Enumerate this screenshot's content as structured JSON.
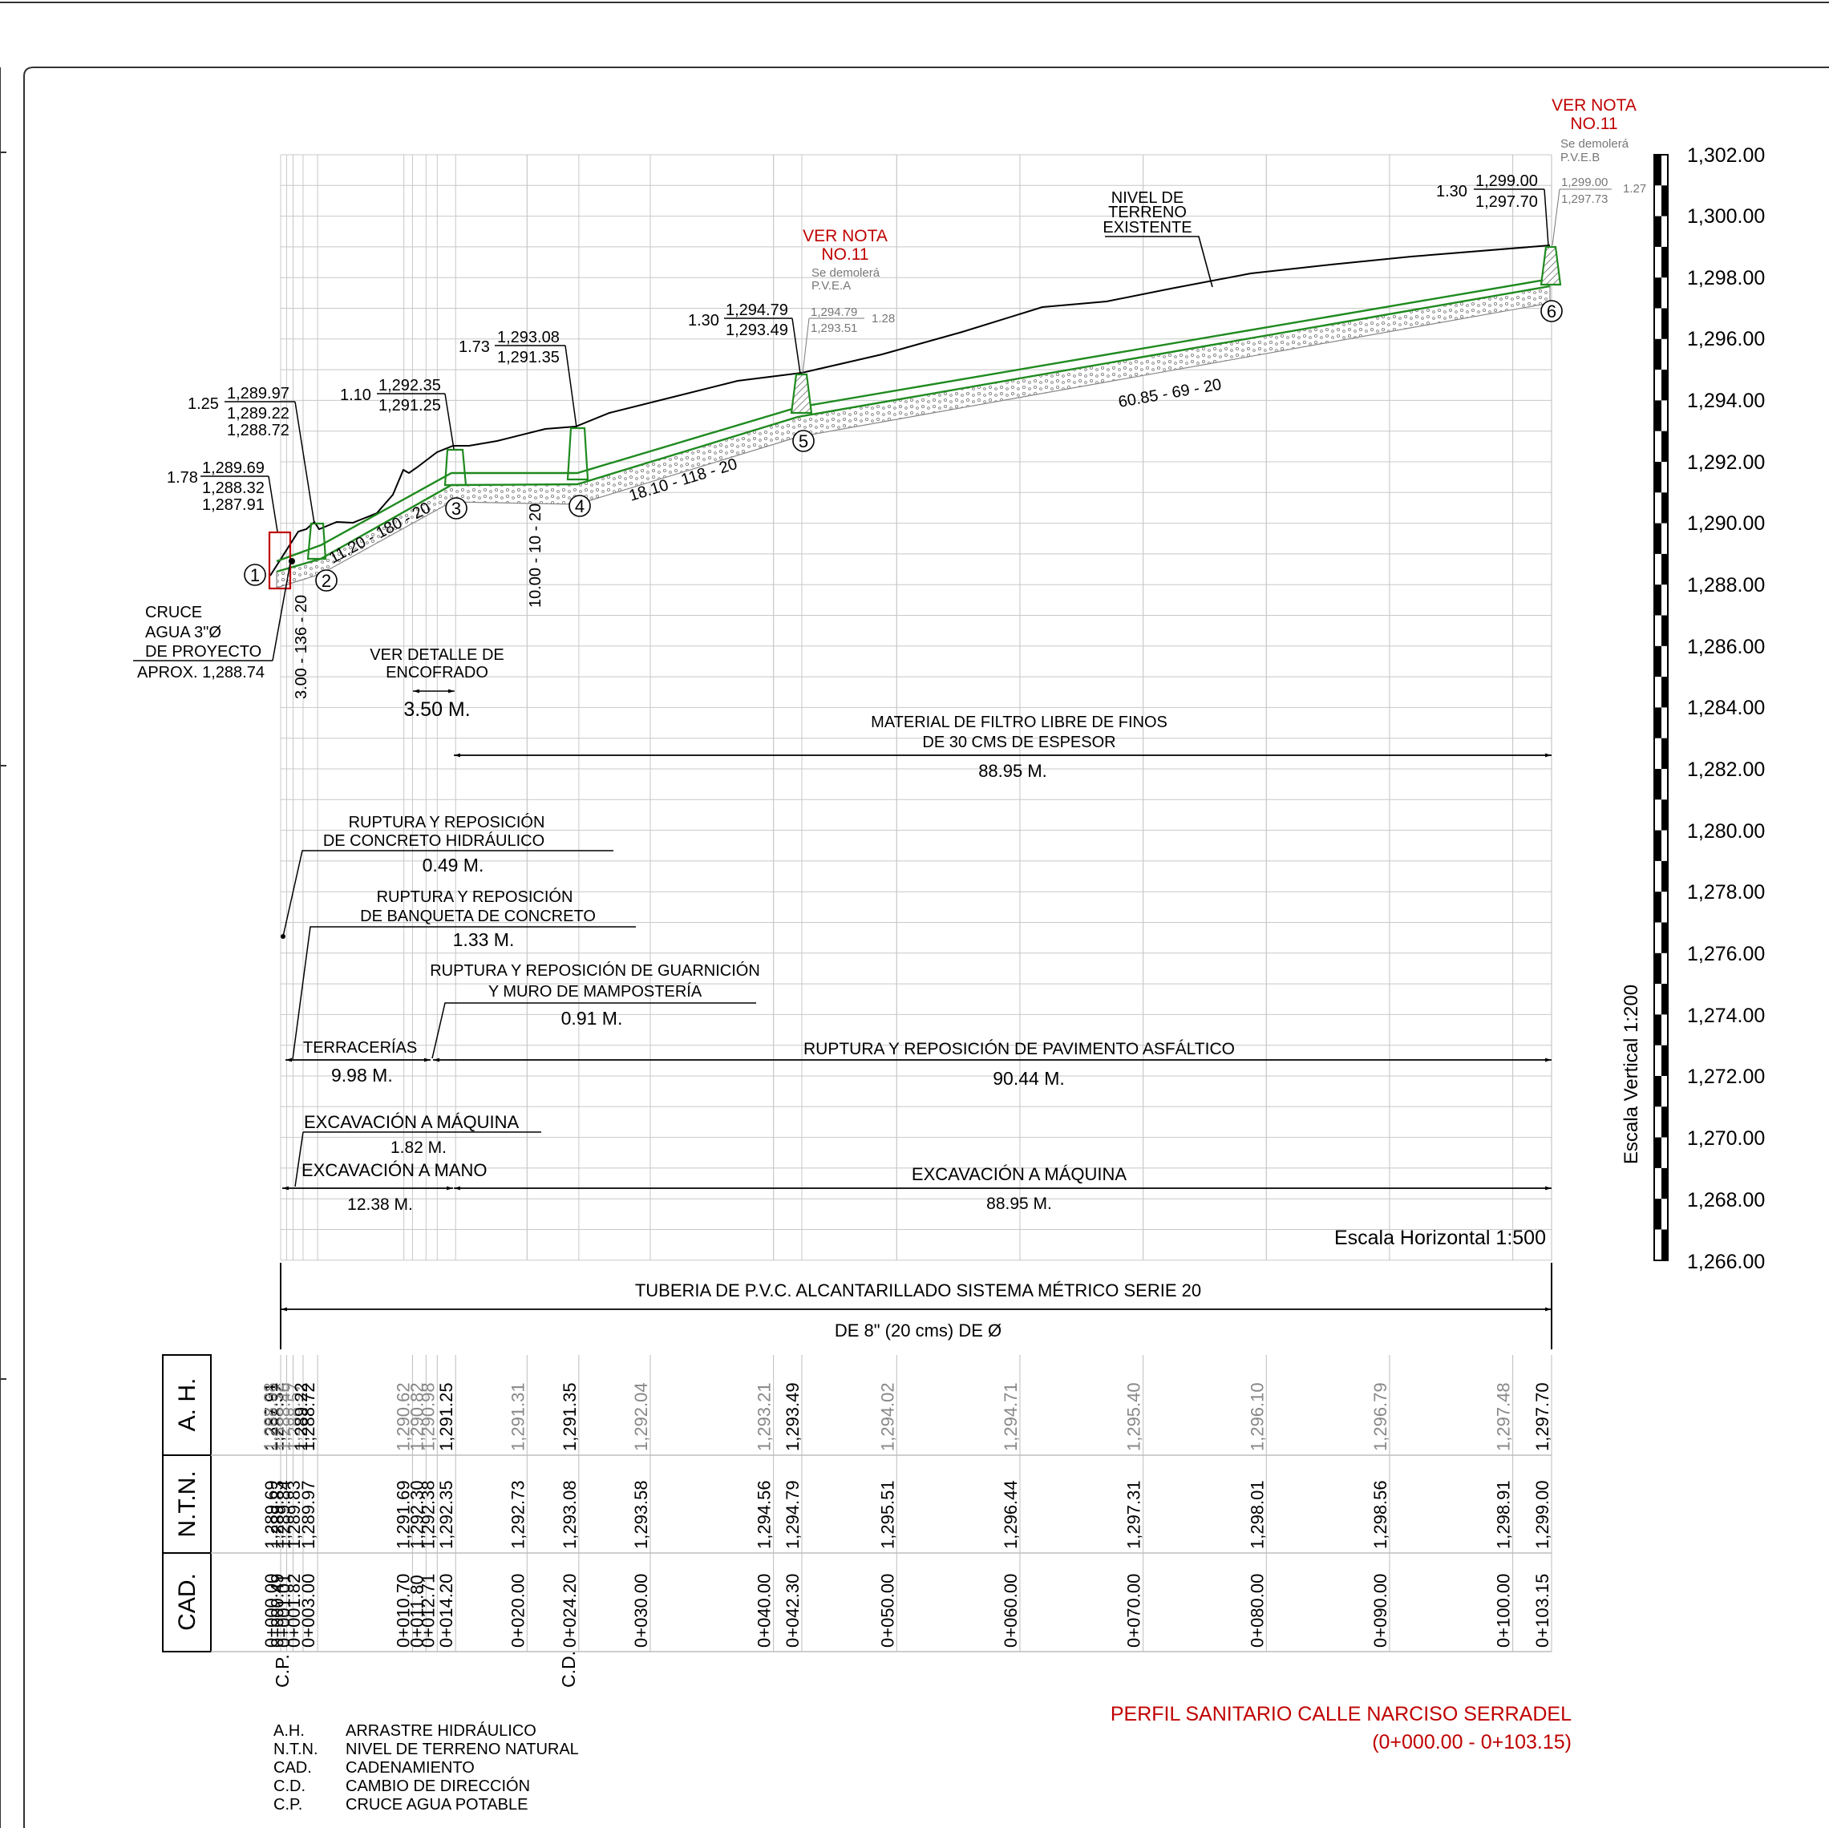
{
  "notes": {
    "ver_nota": "VER NOTA",
    "no11": "NO.11",
    "demolera": "Se demolerá",
    "pvea": "P.V.E.A",
    "pveb": "P.V.E.B"
  },
  "elevation_axis": [
    "1,302.00",
    "1,300.00",
    "1,298.00",
    "1,296.00",
    "1,294.00",
    "1,292.00",
    "1,290.00",
    "1,288.00",
    "1,286.00",
    "1,284.00",
    "1,282.00",
    "1,280.00",
    "1,278.00",
    "1,276.00",
    "1,274.00",
    "1,272.00",
    "1,270.00",
    "1,268.00",
    "1,266.00"
  ],
  "scales": {
    "vertical": "Escala Vertical 1:200",
    "horizontal": "Escala Horizontal 1:500"
  },
  "terrain_label": [
    "NIVEL DE",
    "TERRENO",
    "EXISTENTE"
  ],
  "wells": [
    {
      "n": "1",
      "depth": "1.78",
      "ntn": "1,289.69",
      "ah": [
        "1,288.32",
        "1,287.91"
      ]
    },
    {
      "n": "2",
      "depth": "1.25",
      "ntn": "1,289.97",
      "ah": [
        "1,289.22",
        "1,288.72"
      ]
    },
    {
      "n": "3",
      "depth": "1.10",
      "ntn": "1,292.35",
      "ah": [
        "1,291.25"
      ]
    },
    {
      "n": "4",
      "depth": "1.73",
      "ntn": "1,293.08",
      "ah": [
        "1,291.35"
      ]
    },
    {
      "n": "5",
      "depth": "1.30",
      "ntn": "1,294.79",
      "ah": [
        "1,293.49"
      ],
      "alt": {
        "top": "1,294.79",
        "bottom": "1,293.51",
        "depth": "1.28"
      }
    },
    {
      "n": "6",
      "depth": "1.30",
      "ntn": "1,299.00",
      "ah": [
        "1,297.70"
      ],
      "alt": {
        "top": "1,299.00",
        "bottom": "1,297.73",
        "depth": "1.27"
      }
    }
  ],
  "pipe_labels": [
    "3.00 - 136 - 20",
    "11.20 - 180 - 20",
    "10.00 - 10 - 20",
    "18.10 - 118 - 20",
    "60.85 - 69 - 20"
  ],
  "cruce": [
    "CRUCE",
    "AGUA 3\"Ø",
    "DE PROYECTO",
    "APROX. 1,288.74"
  ],
  "encofrado": {
    "text": [
      "VER DETALLE DE",
      "ENCOFRADO"
    ],
    "length": "3.50 M."
  },
  "filtro": {
    "text": [
      "MATERIAL DE FILTRO LIBRE DE FINOS",
      "DE 30 CMS DE ESPESOR"
    ],
    "length": "88.95 M."
  },
  "concreto": {
    "text": [
      "RUPTURA Y REPOSICIÓN",
      "DE CONCRETO HIDRÁULICO"
    ],
    "length": "0.49 M."
  },
  "banqueta": {
    "text": [
      "RUPTURA Y REPOSICIÓN",
      "DE BANQUETA DE CONCRETO"
    ],
    "length": "1.33 M."
  },
  "guarnicion": {
    "text": [
      "RUPTURA Y REPOSICIÓN DE GUARNICIÓN",
      "Y MURO DE MAMPOSTERÍA"
    ],
    "length": "0.91 M."
  },
  "terracerias": {
    "text": "TERRACERÍAS",
    "length": "9.98 M."
  },
  "pavimento": {
    "text": "RUPTURA Y REPOSICIÓN DE PAVIMENTO ASFÁLTICO",
    "length": "90.44 M."
  },
  "exc_maquina_1": {
    "text": "EXCAVACIÓN A MÁQUINA",
    "length": "1.82 M."
  },
  "exc_mano": {
    "text": "EXCAVACIÓN A MANO",
    "length": "12.38 M."
  },
  "exc_maquina_2": {
    "text": "EXCAVACIÓN A MÁQUINA",
    "length": "88.95 M."
  },
  "tuberia": [
    "TUBERIA DE P.V.C. ALCANTARILLADO SISTEMA MÉTRICO SERIE 20",
    "DE 8\" (20 cms) DE Ø"
  ],
  "table_headers": {
    "ah": "A. H.",
    "ntn": "N.T.N.",
    "cad": "CAD."
  },
  "table": {
    "ah": [
      {
        "v": "1,287.91",
        "d": false
      },
      {
        "v": "1,288.32",
        "d": false
      },
      {
        "v": "1,288.38",
        "d": true
      },
      {
        "v": "1,288.46",
        "d": true
      },
      {
        "v": "1,288.57",
        "d": true
      },
      {
        "v": "1,288.72",
        "d": false
      },
      {
        "v": "1,289.22",
        "d": false
      },
      {
        "v": "1,290.62",
        "d": true
      },
      {
        "v": "1,290.82",
        "d": true
      },
      {
        "v": "1,290.98",
        "d": true
      },
      {
        "v": "1,291.25",
        "d": false
      },
      {
        "v": "1,291.31",
        "d": true
      },
      {
        "v": "1,291.35",
        "d": false
      },
      {
        "v": "1,292.04",
        "d": true
      },
      {
        "v": "1,293.21",
        "d": true
      },
      {
        "v": "1,293.49",
        "d": false
      },
      {
        "v": "1,294.02",
        "d": true
      },
      {
        "v": "1,294.71",
        "d": true
      },
      {
        "v": "1,295.40",
        "d": true
      },
      {
        "v": "1,296.10",
        "d": true
      },
      {
        "v": "1,296.79",
        "d": true
      },
      {
        "v": "1,297.48",
        "d": true
      },
      {
        "v": "1,297.70",
        "d": false
      }
    ],
    "ntn": [
      "1,289.69",
      "1,289.83",
      "1,289.84",
      "1,289.83",
      "1,289.97",
      "1,291.69",
      "1,292.30",
      "1,292.38",
      "1,292.35",
      "1,292.73",
      "1,293.08",
      "1,293.58",
      "1,294.56",
      "1,294.79",
      "1,295.51",
      "1,296.44",
      "1,297.31",
      "1,298.01",
      "1,298.56",
      "1,298.91",
      "1,299.00"
    ],
    "cad": [
      "0+000.00",
      "0+000.49",
      "0+001.01",
      "0+001.82",
      "0+003.00",
      "0+010.70",
      "0+011.80",
      "0+012.71",
      "0+014.20",
      "0+020.00",
      "0+024.20",
      "0+030.00",
      "0+040.00",
      "0+042.30",
      "0+050.00",
      "0+060.00",
      "0+070.00",
      "0+080.00",
      "0+090.00",
      "0+100.00",
      "0+103.15"
    ],
    "cp": "C.P.",
    "cd": "C.D."
  },
  "legend": [
    {
      "abbr": "A.H.",
      "text": "ARRASTRE HIDRÁULICO"
    },
    {
      "abbr": "N.T.N.",
      "text": "NIVEL DE TERRENO NATURAL"
    },
    {
      "abbr": "CAD.",
      "text": "CADENAMIENTO"
    },
    {
      "abbr": "C.D.",
      "text": "CAMBIO DE DIRECCIÓN"
    },
    {
      "abbr": "C.P.",
      "text": "CRUCE AGUA POTABLE"
    }
  ],
  "title": [
    "PERFIL SANITARIO CALLE NARCISO SERRADEL",
    "(0+000.00 - 0+103.15)"
  ],
  "colors": {
    "pipe": "#1f8a1f",
    "red": "#c00000",
    "grid": "#bdbdbd",
    "gray": "#777777"
  }
}
